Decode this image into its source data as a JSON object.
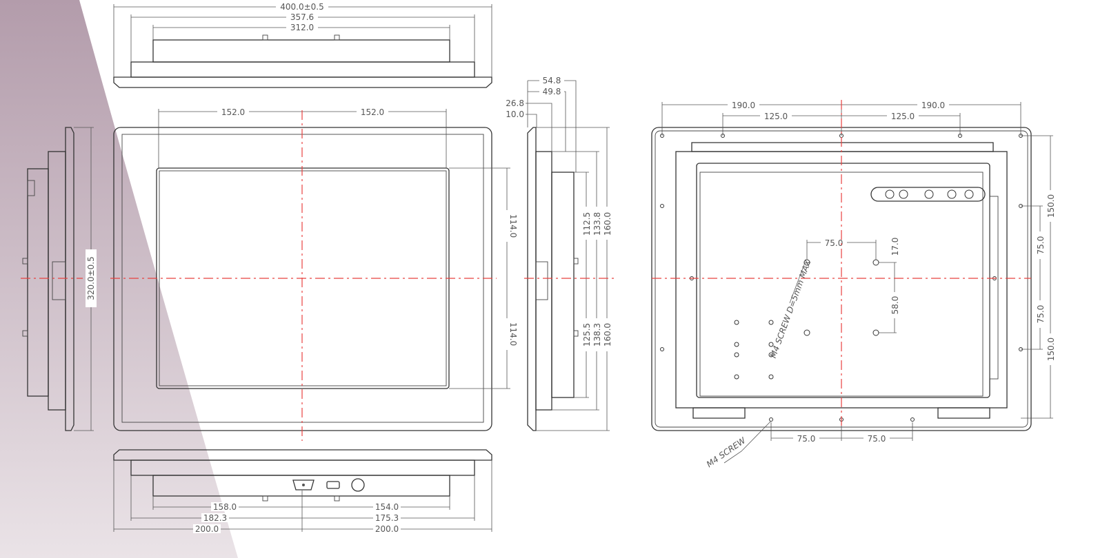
{
  "colors": {
    "centerline": "#e8413f",
    "line": "#333333",
    "background_accent": "#b7a3b0"
  },
  "top_view": {
    "overall": "400.0±0.5",
    "mid": "357.6",
    "inner": "312.0"
  },
  "front_view": {
    "half_width_left": "152.0",
    "half_width_right": "152.0",
    "half_height_top": "114.0",
    "half_height_bottom": "114.0"
  },
  "left_view": {
    "height": "320.0±0.5"
  },
  "right_view": {
    "depth_total": "54.8",
    "depth_body": "49.8",
    "depth_mid": "26.8",
    "depth_plate": "10.0",
    "upper": [
      "112.5",
      "133.8",
      "160.0"
    ],
    "lower": [
      "125.5",
      "138.3",
      "160.0"
    ]
  },
  "bottom_view": {
    "row1": [
      "158.0",
      "154.0"
    ],
    "row2": [
      "182.3",
      "175.3"
    ],
    "row3": [
      "200.0",
      "200.0"
    ]
  },
  "rear_view": {
    "top_outer": [
      "190.0",
      "190.0"
    ],
    "top_inner": [
      "125.0",
      "125.0"
    ],
    "right_outer": [
      "150.0",
      "150.0"
    ],
    "right_inner": [
      "75.0",
      "75.0"
    ],
    "vesa_width": "75.0",
    "vesa_offset": "17.0",
    "vesa_height": "58.0",
    "bottom": [
      "75.0",
      "75.0"
    ],
    "vesa_note": "M4 SCREW D=5mm MAX",
    "screw_note": "M4 SCREW"
  }
}
